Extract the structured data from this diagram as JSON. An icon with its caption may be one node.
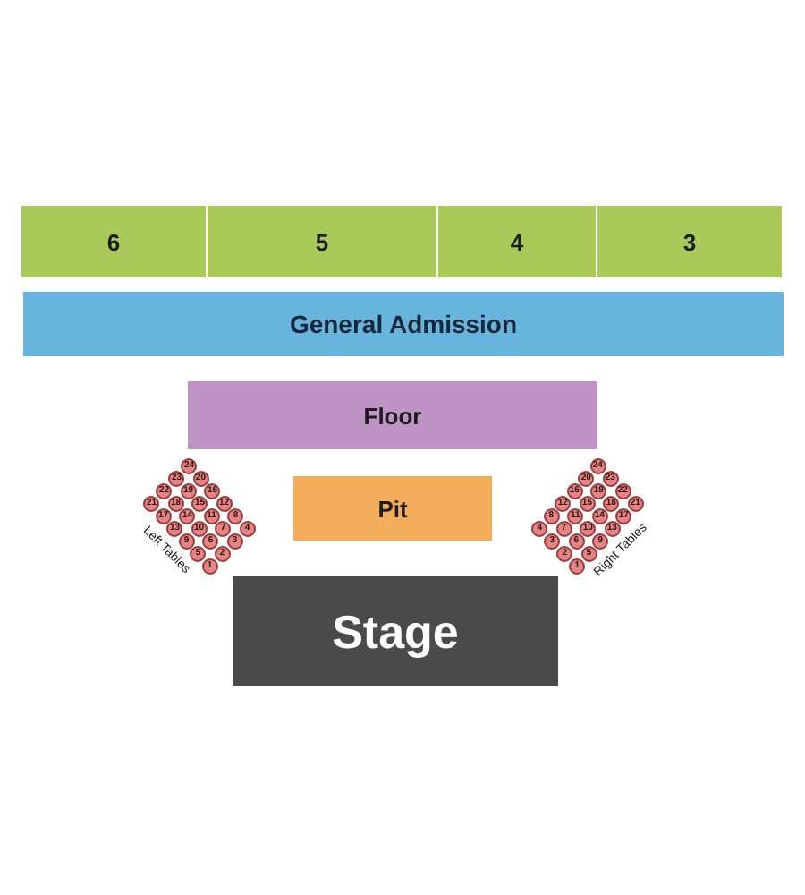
{
  "diagram": {
    "nodes": [
      {
        "text": [
          "6"
        ]
      },
      {
        "text": [
          "5"
        ]
      },
      {
        "text": [
          "4"
        ]
      },
      {
        "text": [
          "3"
        ]
      },
      {
        "text": [
          "General Admission"
        ]
      },
      {
        "text": [
          "Floor"
        ]
      },
      {
        "text": [
          "Pit"
        ]
      },
      {
        "text": [
          "Stage"
        ]
      },
      {
        "text": [
          "1"
        ]
      },
      {
        "text": [
          "2"
        ]
      },
      {
        "text": [
          "3"
        ]
      },
      {
        "text": [
          "4"
        ]
      },
      {
        "text": [
          "5"
        ]
      },
      {
        "text": [
          "6"
        ]
      },
      {
        "text": [
          "7"
        ]
      },
      {
        "text": [
          "8"
        ]
      },
      {
        "text": [
          "9"
        ]
      },
      {
        "text": [
          "10"
        ]
      },
      {
        "text": [
          "11"
        ]
      },
      {
        "text": [
          "12"
        ]
      },
      {
        "text": [
          "13"
        ]
      },
      {
        "text": [
          "14"
        ]
      },
      {
        "text": [
          "15"
        ]
      },
      {
        "text": [
          "16"
        ]
      },
      {
        "text": [
          "17"
        ]
      },
      {
        "text": [
          "18"
        ]
      },
      {
        "text": [
          "19"
        ]
      },
      {
        "text": [
          "20"
        ]
      },
      {
        "text": [
          "21"
        ]
      },
      {
        "text": [
          "22"
        ]
      },
      {
        "text": [
          "23"
        ]
      },
      {
        "text": [
          "24"
        ]
      },
      {
        "text": [
          "1"
        ]
      },
      {
        "text": [
          "2"
        ]
      },
      {
        "text": [
          "3"
        ]
      },
      {
        "text": [
          "4"
        ]
      },
      {
        "text": [
          "5"
        ]
      },
      {
        "text": [
          "6"
        ]
      },
      {
        "text": [
          "7"
        ]
      },
      {
        "text": [
          "8"
        ]
      },
      {
        "text": [
          "9"
        ]
      },
      {
        "text": [
          "10"
        ]
      },
      {
        "text": [
          "11"
        ]
      },
      {
        "text": [
          "12"
        ]
      },
      {
        "text": [
          "13"
        ]
      },
      {
        "text": [
          "14"
        ]
      },
      {
        "text": [
          "15"
        ]
      },
      {
        "text": [
          "16"
        ]
      },
      {
        "text": [
          "17"
        ]
      },
      {
        "text": [
          "18"
        ]
      },
      {
        "text": [
          "19"
        ]
      },
      {
        "text": [
          "20"
        ]
      },
      {
        "text": [
          "21"
        ]
      },
      {
        "text": [
          "22"
        ]
      },
      {
        "text": [
          "23"
        ]
      },
      {
        "text": [
          "24"
        ]
      }
    ],
    "labels": [
      "Left Tables",
      "Right Tables"
    ]
  }
}
